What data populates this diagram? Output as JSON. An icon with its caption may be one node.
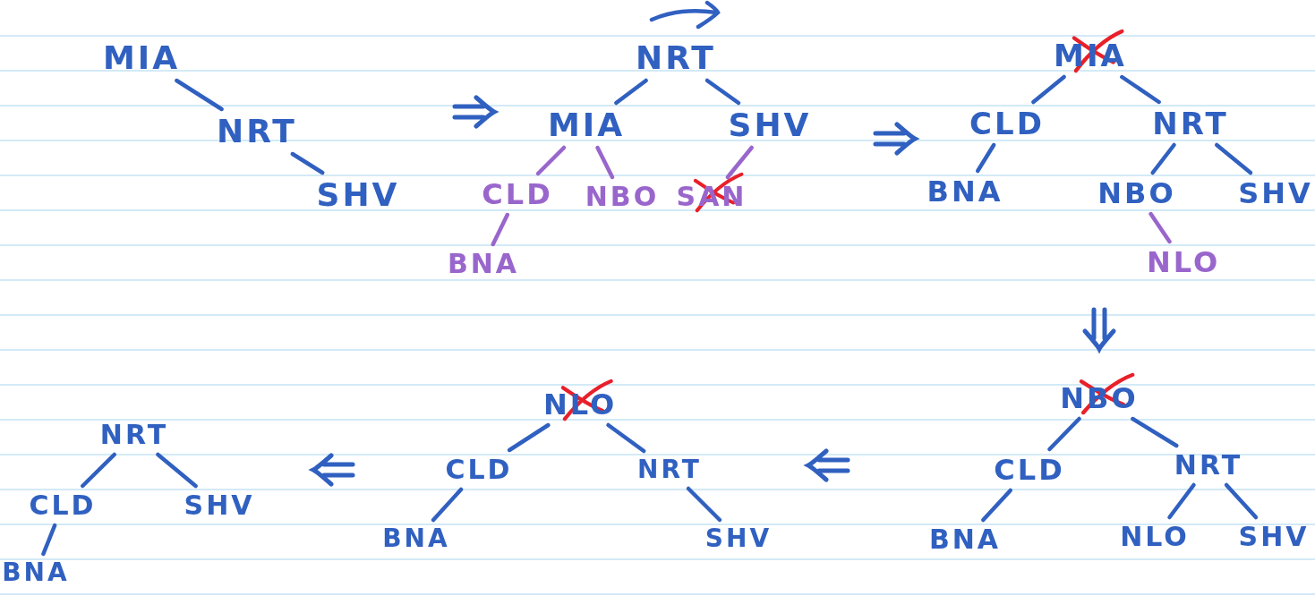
{
  "diagram": {
    "nodes": [
      {
        "text": [
          "MIA"
        ]
      },
      {
        "text": [
          "NRT"
        ]
      },
      {
        "text": [
          "SHV"
        ]
      },
      {
        "text": [
          "NRT"
        ]
      },
      {
        "text": [
          "MIA"
        ]
      },
      {
        "text": [
          "SHV"
        ]
      },
      {
        "text": [
          "CLD"
        ]
      },
      {
        "text": [
          "NBO"
        ]
      },
      {
        "text": [
          "SAN"
        ]
      },
      {
        "text": [
          "BNA"
        ]
      },
      {
        "text": [
          "MIA"
        ]
      },
      {
        "text": [
          "CLD"
        ]
      },
      {
        "text": [
          "NRT"
        ]
      },
      {
        "text": [
          "BNA"
        ]
      },
      {
        "text": [
          "NBO"
        ]
      },
      {
        "text": [
          "SHV"
        ]
      },
      {
        "text": [
          "NLO"
        ]
      },
      {
        "text": [
          "NBO"
        ]
      },
      {
        "text": [
          "CLD"
        ]
      },
      {
        "text": [
          "NRT"
        ]
      },
      {
        "text": [
          "BNA"
        ]
      },
      {
        "text": [
          "NLO"
        ]
      },
      {
        "text": [
          "SHV"
        ]
      },
      {
        "text": [
          "NLO"
        ]
      },
      {
        "text": [
          "CLD"
        ]
      },
      {
        "text": [
          "NRT"
        ]
      },
      {
        "text": [
          "BNA"
        ]
      },
      {
        "text": [
          "SHV"
        ]
      },
      {
        "text": [
          "NRT"
        ]
      },
      {
        "text": [
          "CLD"
        ]
      },
      {
        "text": [
          "SHV"
        ]
      },
      {
        "text": [
          "BNA"
        ]
      }
    ],
    "edges": [
      {
        "from": 0,
        "to": 1,
        "arrow": "none"
      },
      {
        "from": 1,
        "to": 2,
        "arrow": "none"
      },
      {
        "from": 3,
        "to": 4,
        "arrow": "none"
      },
      {
        "from": 3,
        "to": 5,
        "arrow": "none"
      },
      {
        "from": 4,
        "to": 6,
        "arrow": "none",
        "color": "#9966cc"
      },
      {
        "from": 4,
        "to": 7,
        "arrow": "none",
        "color": "#9966cc"
      },
      {
        "from": 5,
        "to": 8,
        "arrow": "none",
        "color": "#9966cc"
      },
      {
        "from": 6,
        "to": 9,
        "arrow": "none",
        "color": "#9966cc"
      },
      {
        "from": 10,
        "to": 11,
        "arrow": "none"
      },
      {
        "from": 10,
        "to": 12,
        "arrow": "none"
      },
      {
        "from": 11,
        "to": 13,
        "arrow": "none"
      },
      {
        "from": 12,
        "to": 14,
        "arrow": "none"
      },
      {
        "from": 12,
        "to": 15,
        "arrow": "none"
      },
      {
        "from": 14,
        "to": 16,
        "arrow": "none",
        "color": "#9966cc"
      },
      {
        "from": 17,
        "to": 18,
        "arrow": "none"
      },
      {
        "from": 17,
        "to": 19,
        "arrow": "none"
      },
      {
        "from": 18,
        "to": 20,
        "arrow": "none"
      },
      {
        "from": 19,
        "to": 21,
        "arrow": "none"
      },
      {
        "from": 19,
        "to": 22,
        "arrow": "none"
      },
      {
        "from": 23,
        "to": 24,
        "arrow": "none"
      },
      {
        "from": 23,
        "to": 25,
        "arrow": "none"
      },
      {
        "from": 24,
        "to": 26,
        "arrow": "none"
      },
      {
        "from": 25,
        "to": 27,
        "arrow": "none"
      },
      {
        "from": 28,
        "to": 29,
        "arrow": "none"
      },
      {
        "from": 28,
        "to": 30,
        "arrow": "none"
      },
      {
        "from": 29,
        "to": 31,
        "arrow": "none"
      }
    ]
  }
}
